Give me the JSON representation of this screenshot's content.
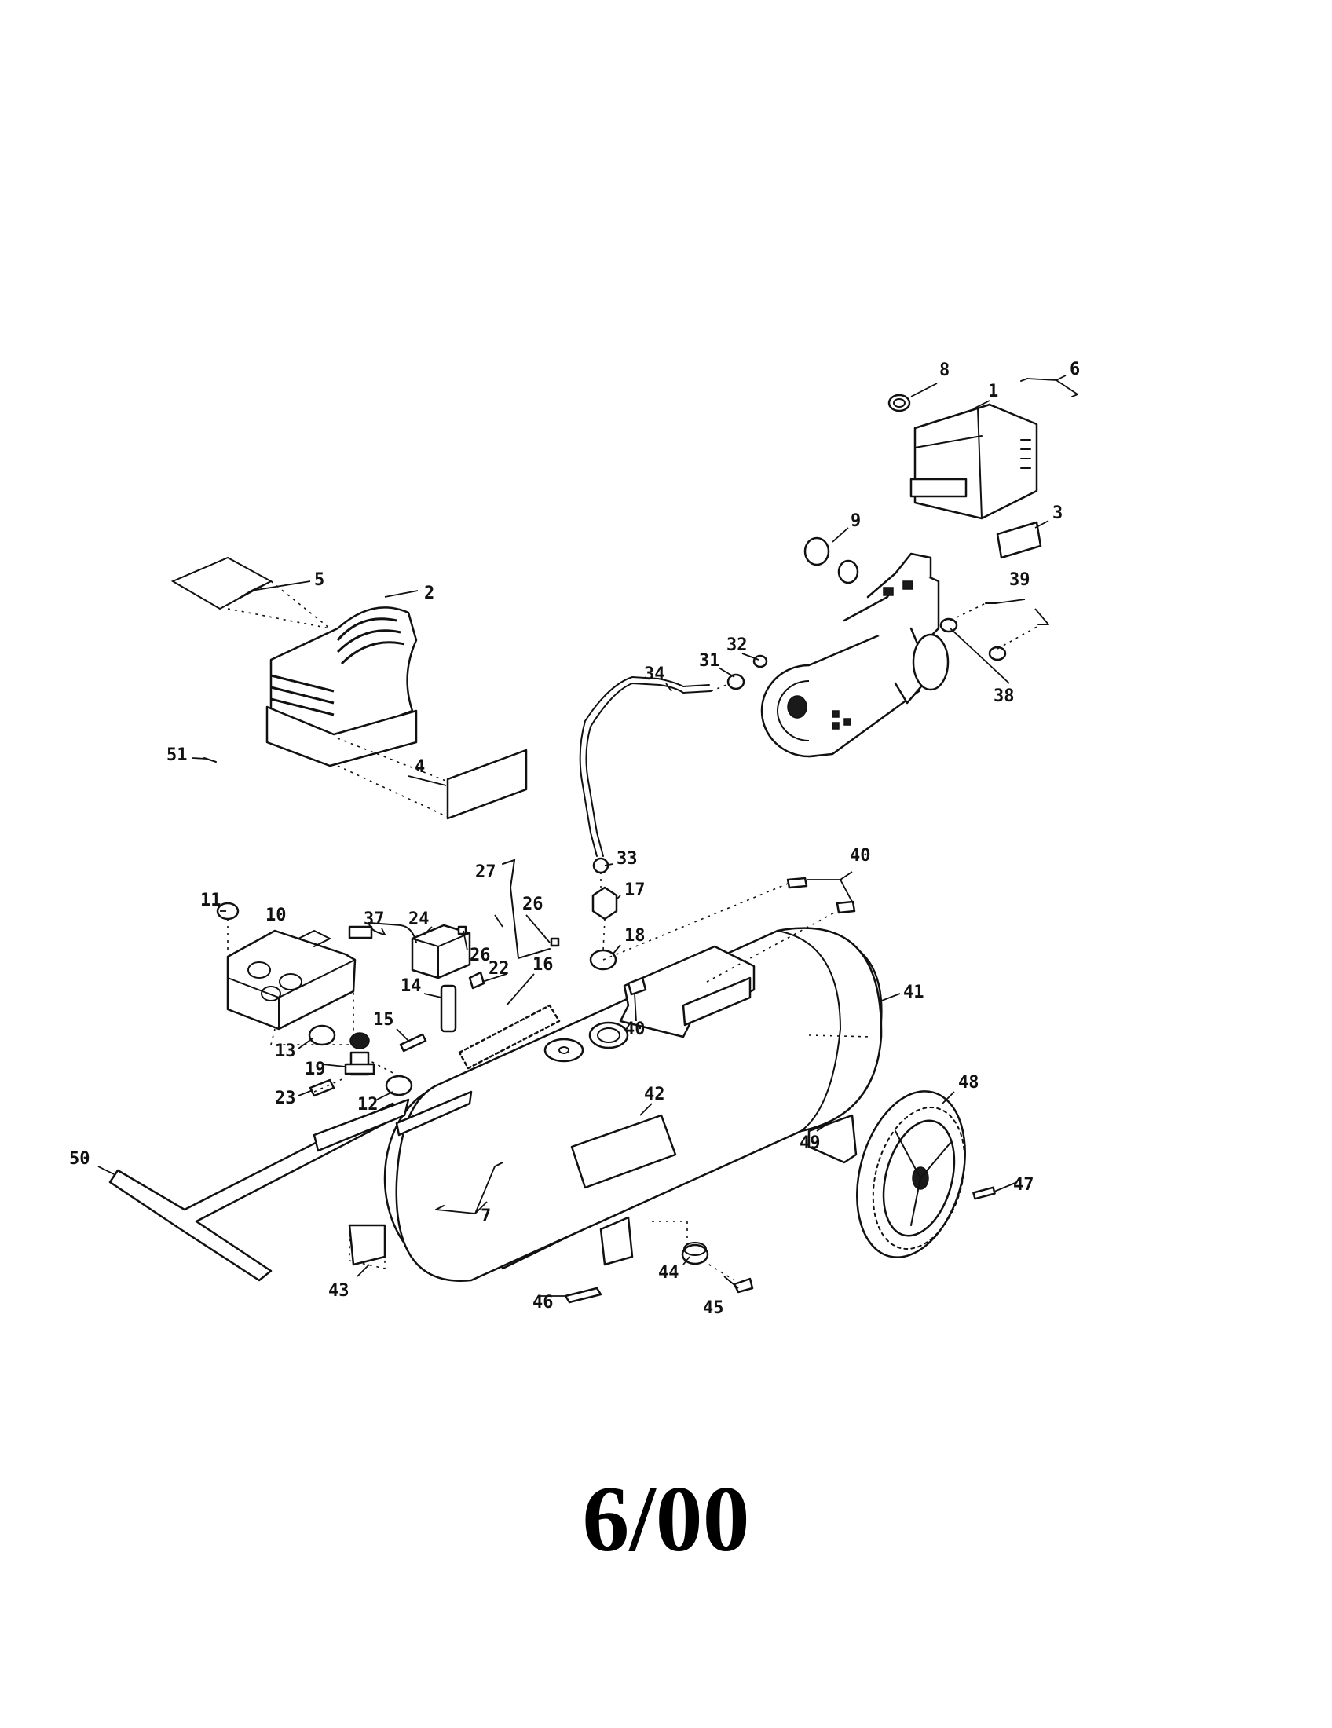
{
  "diagram": {
    "callouts": [
      {
        "id": "c1",
        "text": "1"
      },
      {
        "id": "c2",
        "text": "2"
      },
      {
        "id": "c3",
        "text": "3"
      },
      {
        "id": "c4",
        "text": "4"
      },
      {
        "id": "c5",
        "text": "5"
      },
      {
        "id": "c6",
        "text": "6"
      },
      {
        "id": "c7",
        "text": "7"
      },
      {
        "id": "c8",
        "text": "8"
      },
      {
        "id": "c9",
        "text": "9"
      },
      {
        "id": "c10",
        "text": "10"
      },
      {
        "id": "c11",
        "text": "11"
      },
      {
        "id": "c12",
        "text": "12"
      },
      {
        "id": "c13",
        "text": "13"
      },
      {
        "id": "c14",
        "text": "14"
      },
      {
        "id": "c15",
        "text": "15"
      },
      {
        "id": "c16",
        "text": "16"
      },
      {
        "id": "c17",
        "text": "17"
      },
      {
        "id": "c18",
        "text": "18"
      },
      {
        "id": "c19",
        "text": "19"
      },
      {
        "id": "c22",
        "text": "22"
      },
      {
        "id": "c23",
        "text": "23"
      },
      {
        "id": "c24",
        "text": "24"
      },
      {
        "id": "c26a",
        "text": "26"
      },
      {
        "id": "c26b",
        "text": "26"
      },
      {
        "id": "c27",
        "text": "27"
      },
      {
        "id": "c31",
        "text": "31"
      },
      {
        "id": "c32",
        "text": "32"
      },
      {
        "id": "c33",
        "text": "33"
      },
      {
        "id": "c34",
        "text": "34"
      },
      {
        "id": "c37",
        "text": "37"
      },
      {
        "id": "c38",
        "text": "38"
      },
      {
        "id": "c39",
        "text": "39"
      },
      {
        "id": "c40a",
        "text": "40"
      },
      {
        "id": "c40b",
        "text": "40"
      },
      {
        "id": "c41",
        "text": "41"
      },
      {
        "id": "c42",
        "text": "42"
      },
      {
        "id": "c43",
        "text": "43"
      },
      {
        "id": "c44",
        "text": "44"
      },
      {
        "id": "c45",
        "text": "45"
      },
      {
        "id": "c46",
        "text": "46"
      },
      {
        "id": "c47",
        "text": "47"
      },
      {
        "id": "c48",
        "text": "48"
      },
      {
        "id": "c49",
        "text": "49"
      },
      {
        "id": "c50",
        "text": "50"
      },
      {
        "id": "c51",
        "text": "51"
      }
    ]
  },
  "footer": {
    "date_code": "6/00"
  }
}
